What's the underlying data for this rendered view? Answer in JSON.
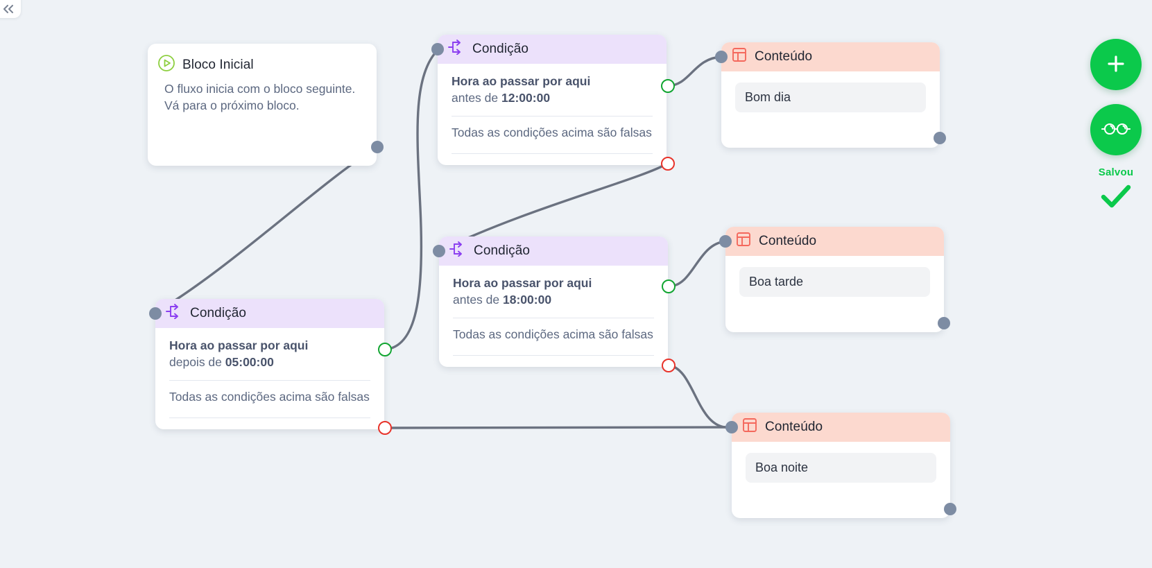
{
  "canvas": {
    "background_color": "#eef2f6",
    "collapse_icon": "chevrons-left-icon"
  },
  "colors": {
    "condition_header": "#ece1fb",
    "condition_accent": "#8b3ff0",
    "content_header": "#fcd9cf",
    "content_accent": "#f4685c",
    "port_default": "#7d8ca3",
    "port_true": "#11a531",
    "port_false": "#e8332a",
    "action_green": "#0bc94b",
    "edge": "#6b7280"
  },
  "nodes": {
    "start": {
      "title": "Bloco Inicial",
      "icon": "play-circle-icon",
      "lines": [
        "O fluxo inicia com o bloco seguinte.",
        "Vá para o próximo bloco."
      ]
    },
    "condition_morning": {
      "title": "Condição",
      "icon": "branch-icon",
      "rule_label": "Hora ao passar por aqui",
      "rule_operator": "antes de",
      "rule_value": "12:00:00",
      "else_label": "Todas as condições acima são falsas"
    },
    "condition_afternoon": {
      "title": "Condição",
      "icon": "branch-icon",
      "rule_label": "Hora ao passar por aqui",
      "rule_operator": "antes de",
      "rule_value": "18:00:00",
      "else_label": "Todas as condições acima são falsas"
    },
    "condition_day": {
      "title": "Condição",
      "icon": "branch-icon",
      "rule_label": "Hora ao passar por aqui",
      "rule_operator": "depois de",
      "rule_value": "05:00:00",
      "else_label": "Todas as condições acima são falsas"
    },
    "content_morning": {
      "title": "Conteúdo",
      "icon": "layout-icon",
      "message": "Bom dia"
    },
    "content_afternoon": {
      "title": "Conteúdo",
      "icon": "layout-icon",
      "message": "Boa tarde"
    },
    "content_night": {
      "title": "Conteúdo",
      "icon": "layout-icon",
      "message": "Boa noite"
    }
  },
  "actions": {
    "add_label": "+",
    "add_icon": "plus-icon",
    "preview_icon": "glasses-icon",
    "save_status": "Salvou",
    "save_icon": "check-icon"
  }
}
